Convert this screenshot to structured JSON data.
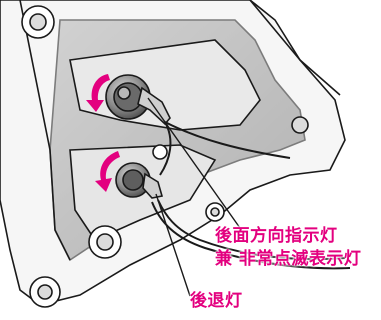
{
  "callouts": {
    "turn_signal_line1": "後面方向指示灯",
    "turn_signal_line2": "兼 非常点滅表示灯",
    "backup_lamp": "後退灯"
  },
  "colors": {
    "label_text": "#e3007f",
    "rotation_arrow": "#e3007f",
    "line_art": "#1a1a1a",
    "housing_shade": "#9a9a9a",
    "background": "#ffffff"
  },
  "icons": {
    "rotation_arrow_upper": "counterclockwise-arrow",
    "rotation_arrow_lower": "counterclockwise-arrow"
  }
}
